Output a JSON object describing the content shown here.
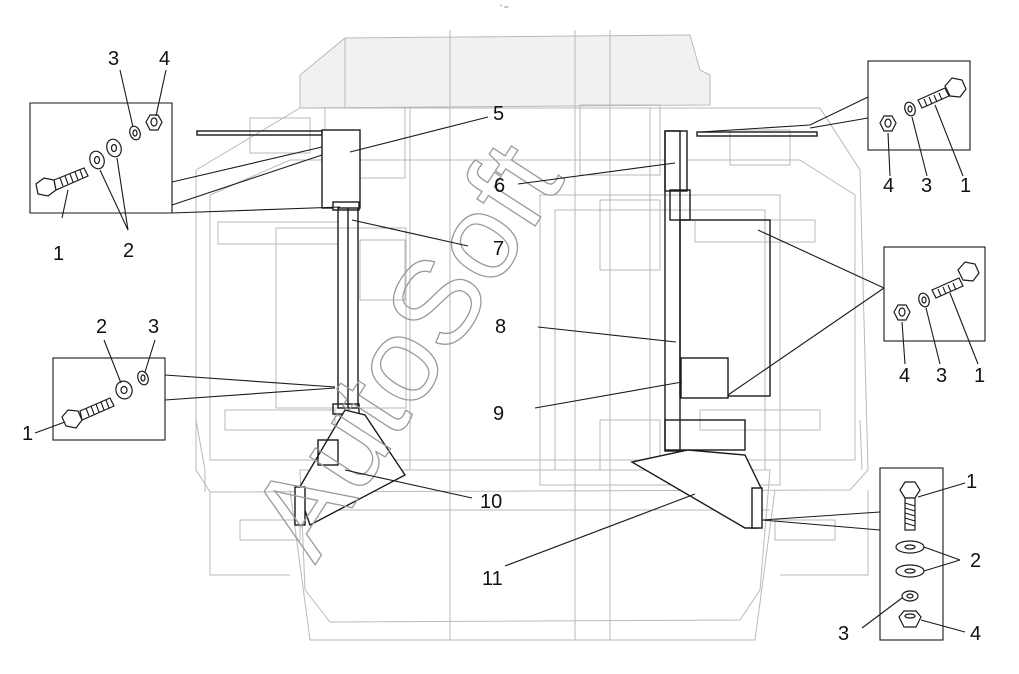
{
  "figure": {
    "header_mark": "° ═",
    "watermark": "AutoSoft",
    "callouts": {
      "main_5": "5",
      "main_6": "6",
      "main_7": "7",
      "main_8": "8",
      "main_9": "9",
      "main_10": "10",
      "main_11": "11"
    },
    "inset_top_left": [
      "1",
      "2",
      "3",
      "4"
    ],
    "inset_mid_left": [
      "1",
      "2",
      "3"
    ],
    "inset_top_right": [
      "4",
      "3",
      "1"
    ],
    "inset_mid_right": [
      "4",
      "3",
      "1"
    ],
    "inset_bottom_right": [
      "1",
      "2",
      "3",
      "4"
    ]
  }
}
